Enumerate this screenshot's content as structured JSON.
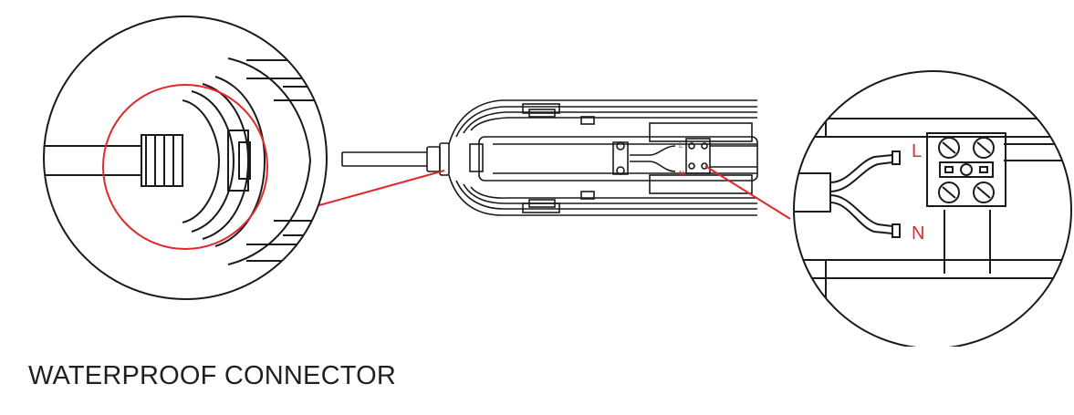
{
  "caption": "WATERPROOF CONNECTOR",
  "labels": {
    "live": "L",
    "neutral": "N"
  },
  "colors": {
    "line": "#1a1a1a",
    "highlight": "#e0282e",
    "background": "#ffffff"
  }
}
